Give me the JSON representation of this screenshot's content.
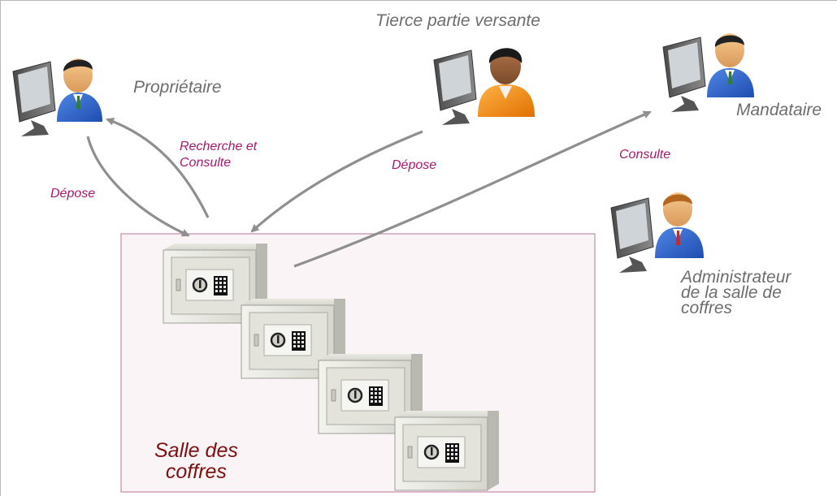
{
  "actors": {
    "proprietaire": "Propriétaire",
    "tierce": "Tierce partie versante",
    "mandataire": "Mandataire",
    "admin": [
      "Administrateur",
      "de la salle de",
      "coffres"
    ]
  },
  "relations": {
    "depose_proprietaire": "Dépose",
    "recherche": [
      "Recherche et",
      "Consulte"
    ],
    "depose_tierce": "Dépose",
    "consulte": "Consulte"
  },
  "room": {
    "label": [
      "Salle des",
      "coffres"
    ]
  },
  "colors": {
    "relation_text": "#a8186e",
    "actor_text": "#6d6d6d",
    "room_label": "#7a1010",
    "room_border": "#c48aa8",
    "room_fill": "#fbf4f7",
    "arrow": "#8f8f8f"
  },
  "icons": {
    "actor": "computer-user-icon",
    "safe": "safe-icon"
  }
}
